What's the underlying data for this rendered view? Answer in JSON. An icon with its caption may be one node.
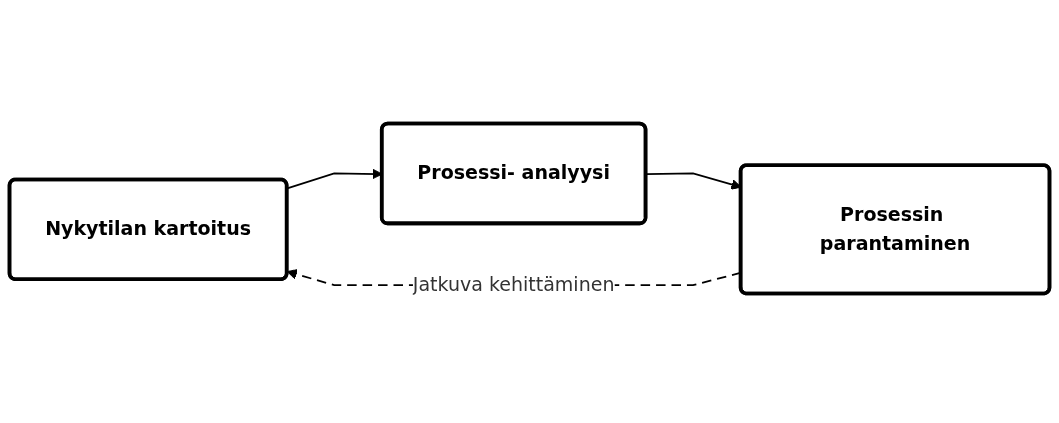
{
  "diagram": {
    "nodes": [
      {
        "text": [
          "Nykytilan kartoitus"
        ]
      },
      {
        "text": [
          "Prosessi- analyysi"
        ]
      },
      {
        "text": [
          "Prosessin parantaminen"
        ]
      }
    ],
    "edges": [
      {
        "from": 0,
        "to": 1,
        "arrow": "to"
      },
      {
        "from": 1,
        "to": 2,
        "arrow": "to"
      },
      {
        "from": 2,
        "to": 0,
        "arrow": "to",
        "style": "dashed",
        "label": "Jatkuva kehittäminen"
      }
    ]
  }
}
